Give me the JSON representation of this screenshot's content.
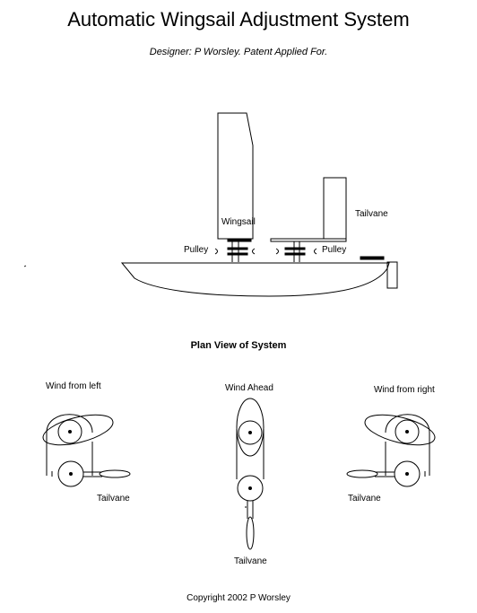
{
  "title": "Automatic Wingsail Adjustment System",
  "subtitle": "Designer: P Worsley. Patent Applied For.",
  "side_view": {
    "wingsail_label": "Wingsail",
    "tailvane_label": "Tailvane",
    "pulley_left_label": "Pulley",
    "pulley_right_label": "Pulley"
  },
  "plan_view": {
    "heading": "Plan View of System",
    "wind_left": {
      "label": "Wind from left",
      "tailvane_label": "Tailvane"
    },
    "wind_ahead": {
      "label": "Wind Ahead",
      "tailvane_label": "Tailvane"
    },
    "wind_right": {
      "label": "Wind from right",
      "tailvane_label": "Tailvane"
    }
  },
  "copyright": "Copyright 2002 P Worsley"
}
